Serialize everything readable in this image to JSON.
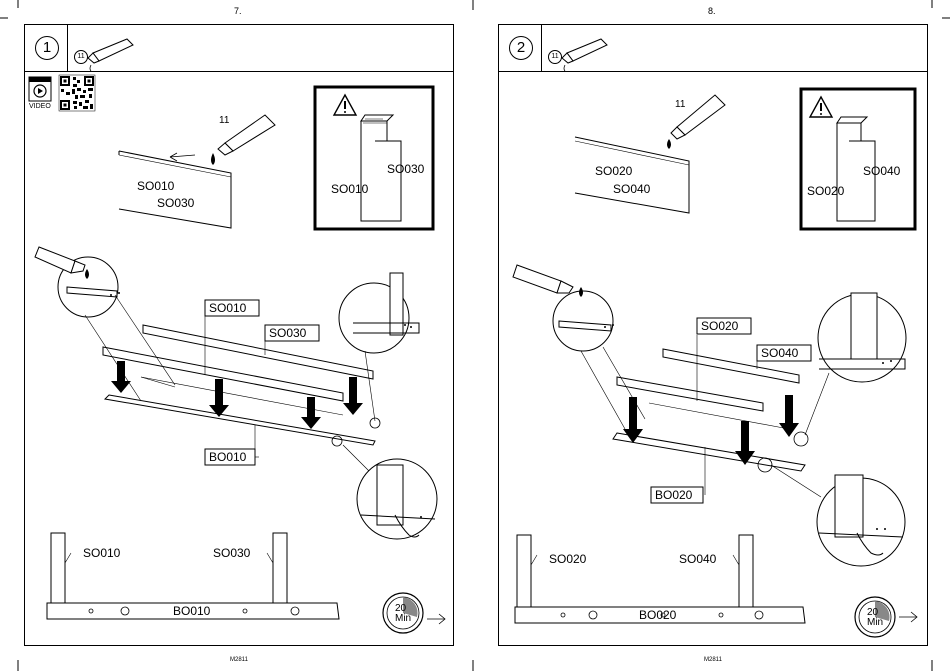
{
  "pages": [
    {
      "page_number": "7.",
      "step": "1",
      "glue_badge": "11",
      "video_label": "VIDEO",
      "glue_label": "11",
      "top_part_a": "SO010",
      "top_part_b": "SO030",
      "warn_left": "SO010",
      "warn_right": "SO030",
      "main_label_a": "SO010",
      "main_label_b": "SO030",
      "main_label_base": "BO010",
      "side_a": "SO010",
      "side_b": "SO030",
      "side_base": "BO010",
      "time": "20",
      "time_unit": "Min",
      "footer": "M2811"
    },
    {
      "page_number": "8.",
      "step": "2",
      "glue_badge": "11",
      "glue_label": "11",
      "top_part_a": "SO020",
      "top_part_b": "SO040",
      "warn_left": "SO020",
      "warn_right": "SO040",
      "main_label_a": "SO020",
      "main_label_b": "SO040",
      "main_label_base": "BO020",
      "side_a": "SO020",
      "side_b": "SO040",
      "side_base": "BO020",
      "time": "20",
      "time_unit": "Min",
      "footer": "M2811"
    }
  ]
}
